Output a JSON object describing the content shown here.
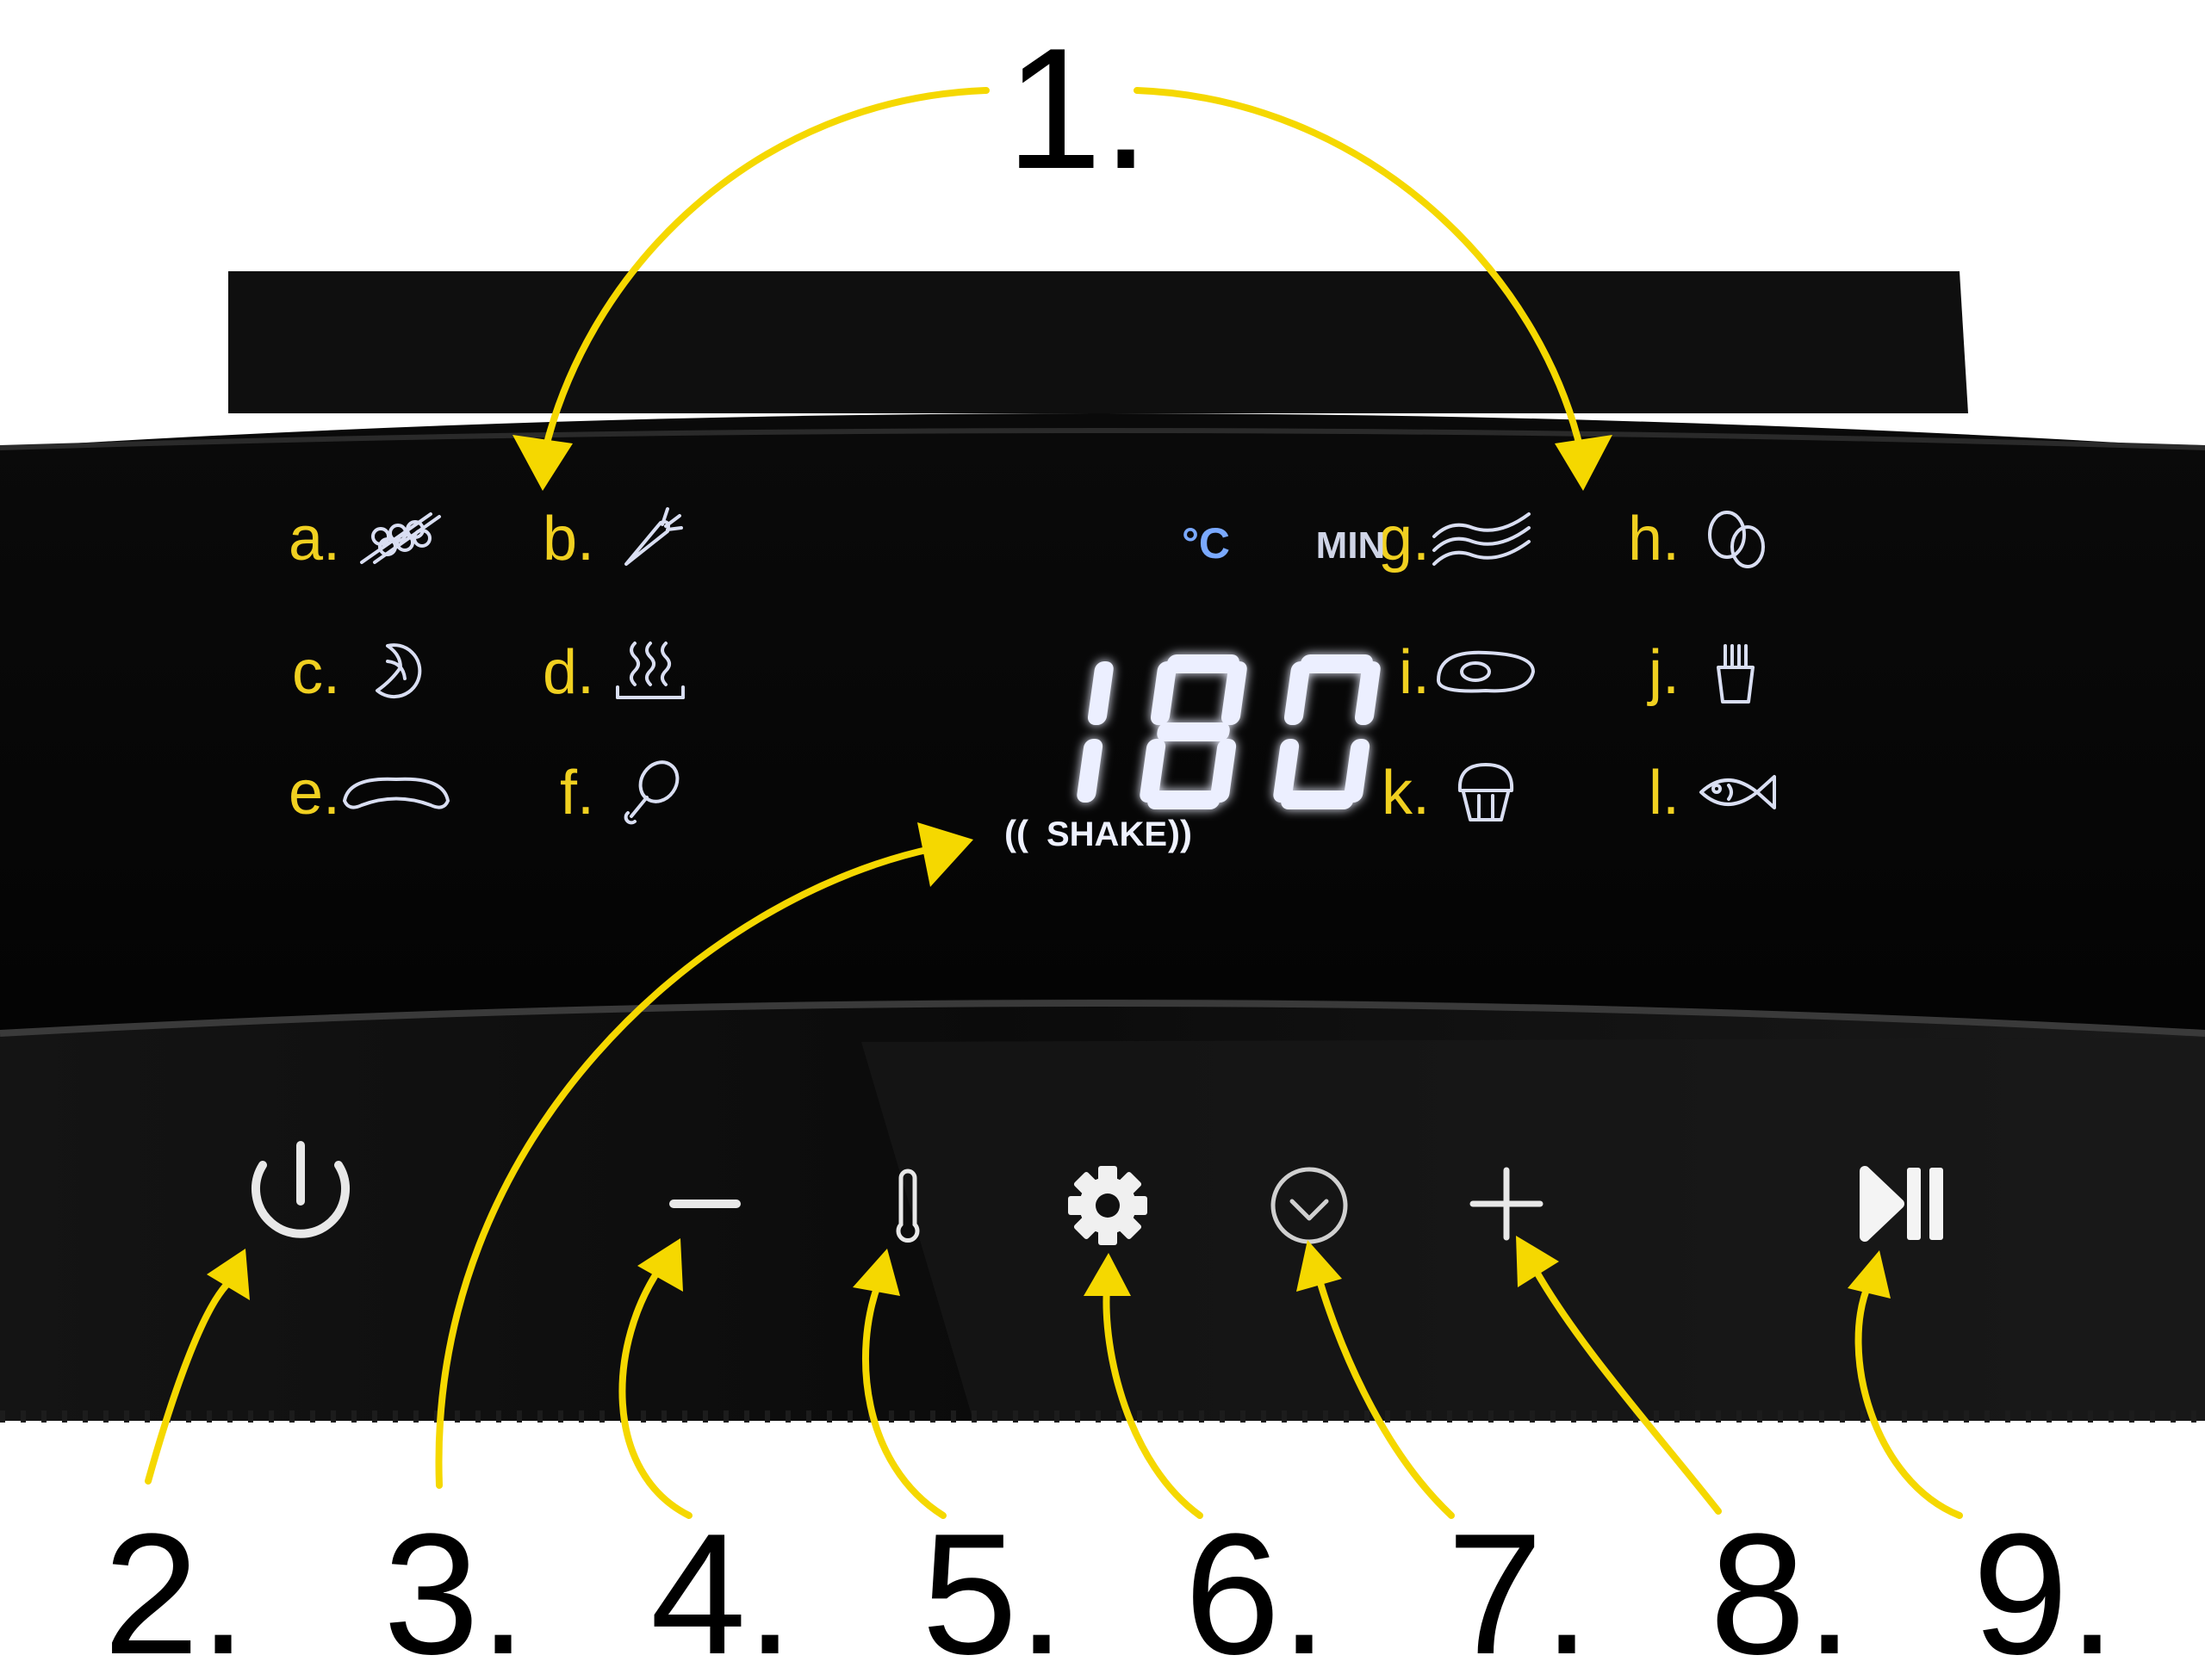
{
  "callouts": {
    "top": "1.",
    "bottom": [
      "2.",
      "3.",
      "4.",
      "5.",
      "6.",
      "7.",
      "8.",
      "9."
    ]
  },
  "presets": [
    {
      "letter": "a.",
      "icon": "skewer-icon"
    },
    {
      "letter": "b.",
      "icon": "carrot-icon"
    },
    {
      "letter": "c.",
      "icon": "shrimp-icon"
    },
    {
      "letter": "d.",
      "icon": "keep-warm-icon"
    },
    {
      "letter": "e.",
      "icon": "sausage-icon"
    },
    {
      "letter": "f.",
      "icon": "drumstick-icon"
    },
    {
      "letter": "g.",
      "icon": "bacon-icon"
    },
    {
      "letter": "h.",
      "icon": "eggs-icon"
    },
    {
      "letter": "i.",
      "icon": "steak-icon"
    },
    {
      "letter": "j.",
      "icon": "fries-icon"
    },
    {
      "letter": "k.",
      "icon": "muffin-icon"
    },
    {
      "letter": "l.",
      "icon": "fish-icon"
    }
  ],
  "display": {
    "value": "180",
    "temp_unit": "°C",
    "time_unit": "MIN",
    "shake": "SHAKE"
  },
  "buttons": [
    {
      "name": "power",
      "icon": "power-icon"
    },
    {
      "name": "minus",
      "icon": "minus-icon"
    },
    {
      "name": "temperature",
      "icon": "thermometer-icon"
    },
    {
      "name": "settings",
      "icon": "gear-icon"
    },
    {
      "name": "timer",
      "icon": "clock-icon"
    },
    {
      "name": "plus",
      "icon": "plus-icon"
    },
    {
      "name": "start-pause",
      "icon": "play-pause-icon"
    }
  ],
  "colors": {
    "annotation": "#f5d800",
    "label": "#f0d020",
    "display_glow": "#ecefff",
    "unit_blue": "#7aa9ff"
  }
}
